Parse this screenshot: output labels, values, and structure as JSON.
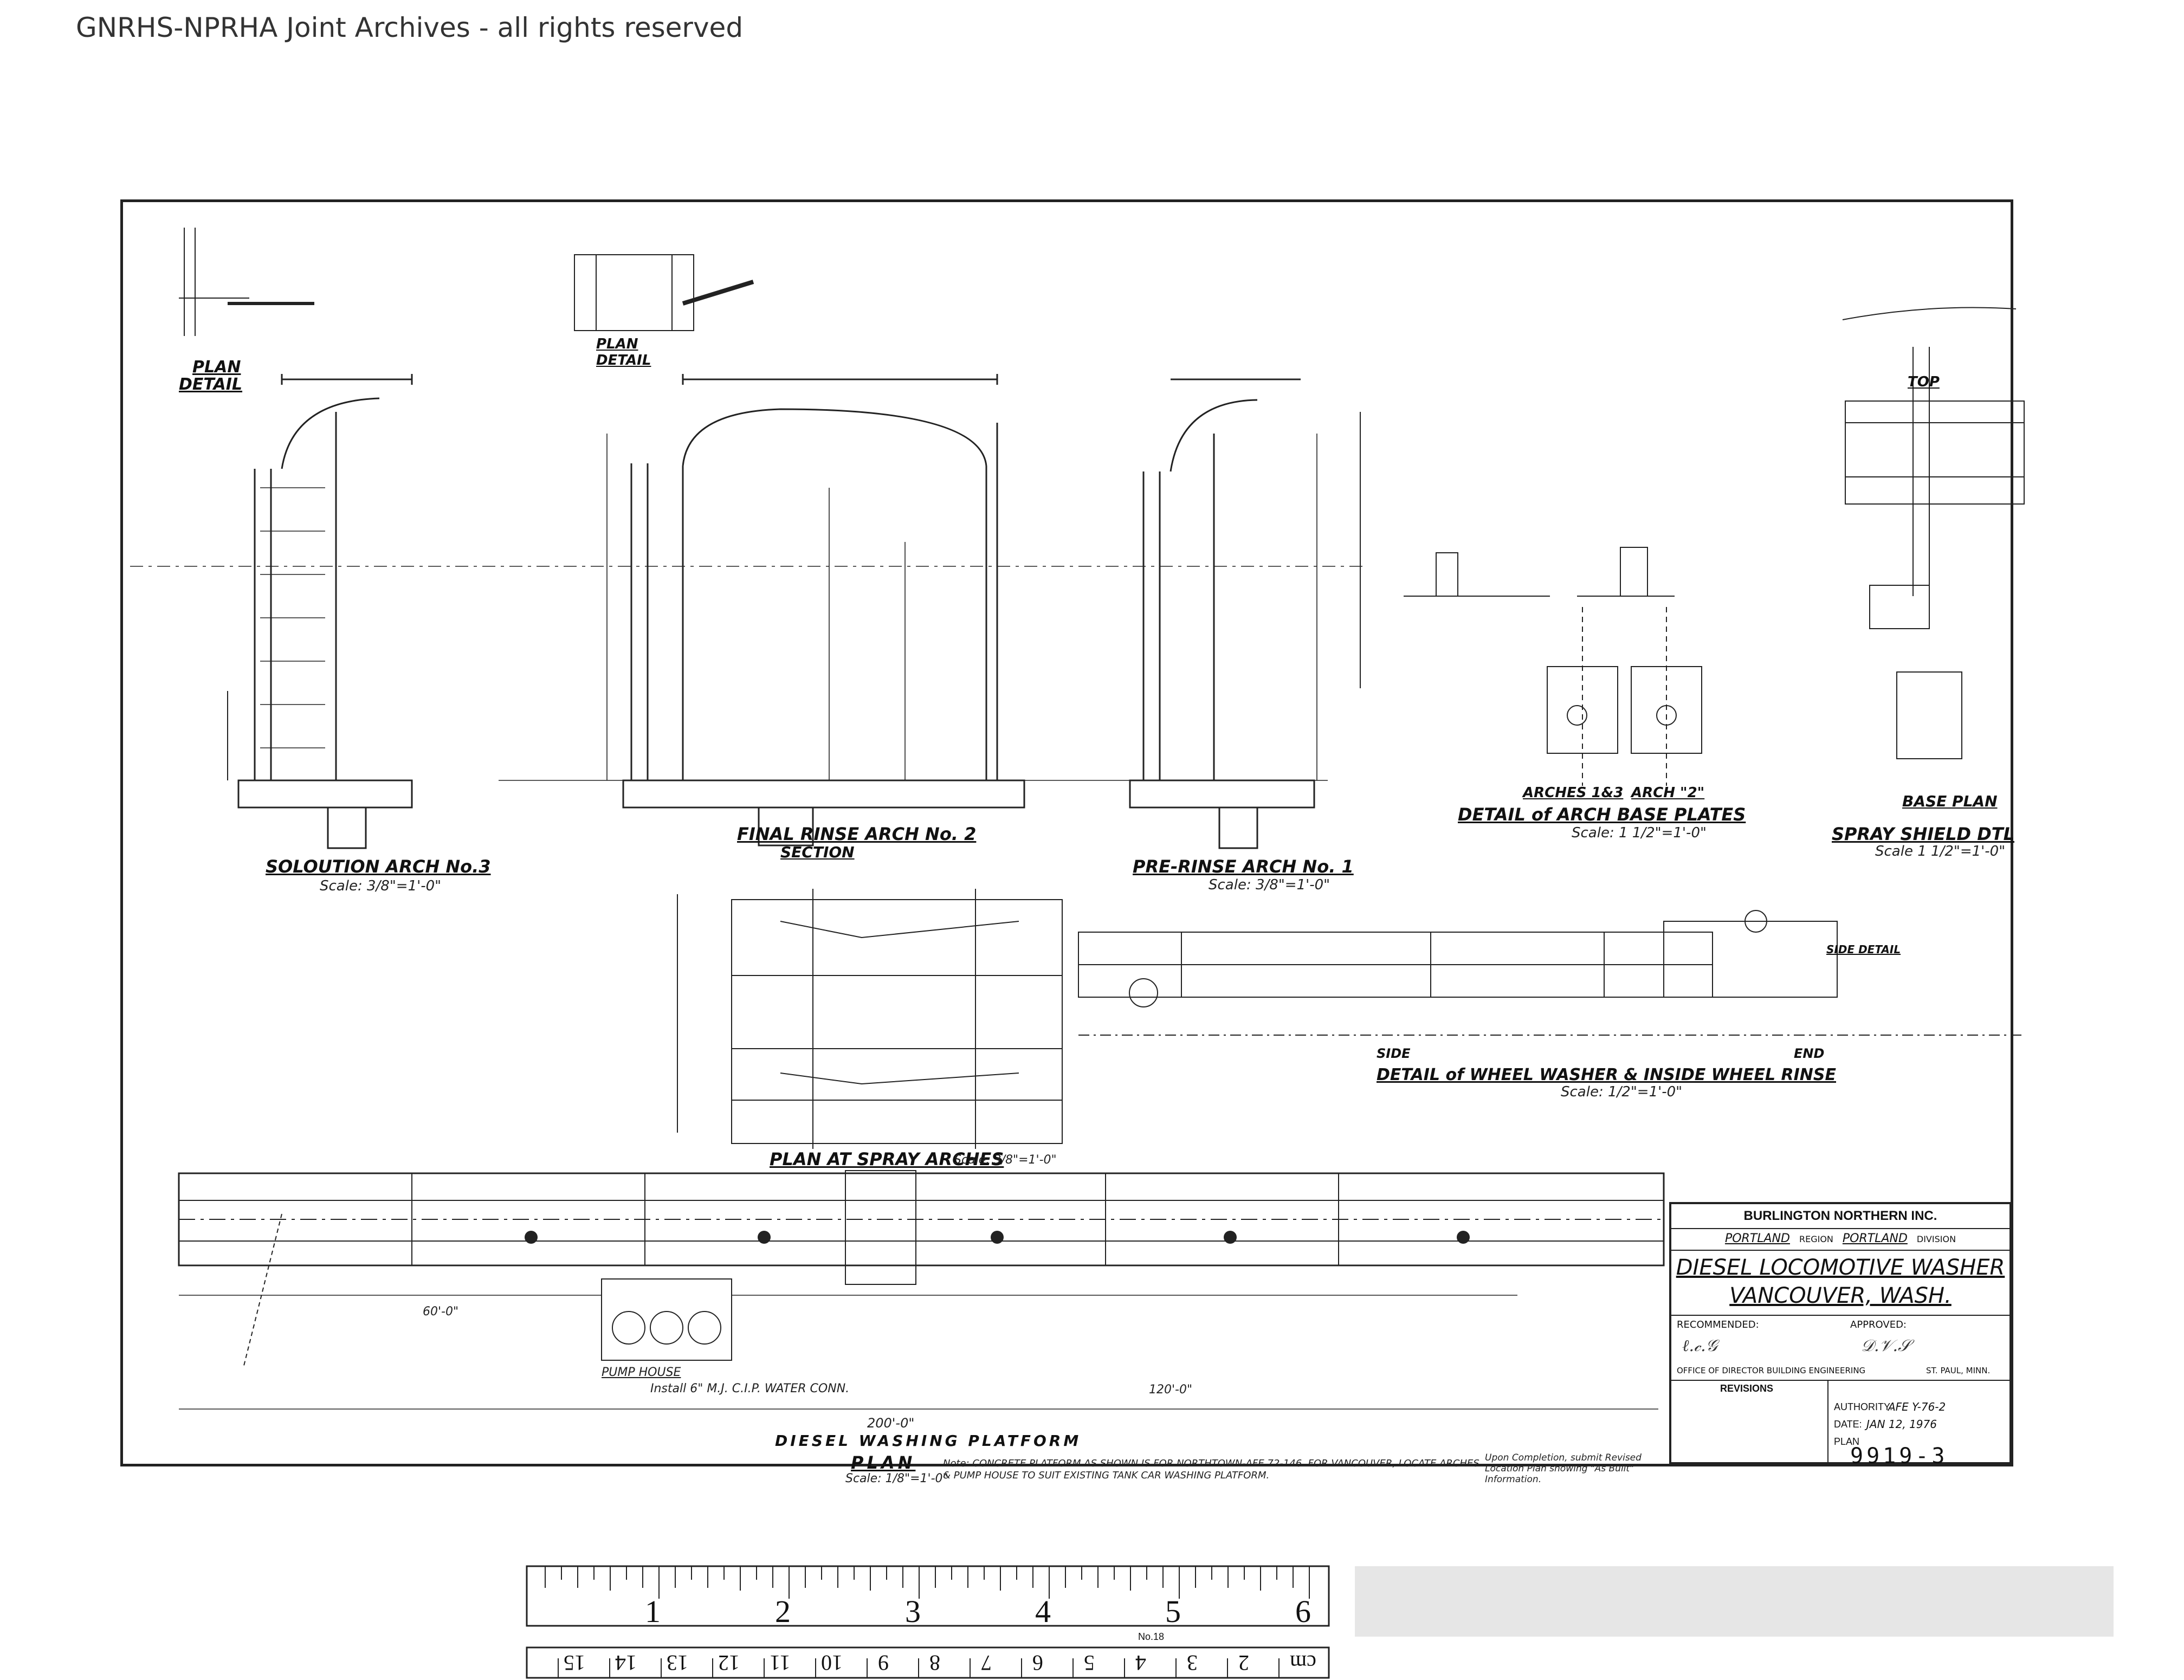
{
  "watermark": "GNRHS-NPRHA Joint Archives - all rights reserved",
  "views": {
    "solution_arch": {
      "title": "SOLOUTION ARCH No.3",
      "scale": "Scale: 3/8\"=1'-0\""
    },
    "final_rinse_arch": {
      "title": "FINAL RINSE ARCH No. 2",
      "subtitle": "SECTION"
    },
    "pre_rinse_arch": {
      "title": "PRE-RINSE ARCH No. 1",
      "scale": "Scale: 3/8\"=1'-0\""
    },
    "plan_detail_1": {
      "title": "PLAN",
      "subtitle": "DETAIL"
    },
    "plan_detail_2": {
      "title": "PLAN",
      "subtitle": "DETAIL"
    },
    "arch_base_plates": {
      "label1": "ARCHES 1&3",
      "label2": "ARCH \"2\"",
      "title": "DETAIL of ARCH BASE PLATES",
      "scale": "Scale: 1 1/2\"=1'-0\""
    },
    "spray_shield": {
      "top_label": "TOP",
      "base_plan": "BASE PLAN",
      "title": "SPRAY SHIELD DTL",
      "scale": "Scale 1 1/2\"=1'-0\"",
      "side_detail": "SIDE DETAIL"
    },
    "wheel_washer": {
      "side": "SIDE",
      "end": "END",
      "title": "DETAIL of WHEEL WASHER & INSIDE WHEEL RINSE",
      "scale": "Scale: 1/2\"=1'-0\""
    },
    "plan_spray_arches": {
      "title": "PLAN AT SPRAY ARCHES",
      "scale": "Scale: 3/8\"=1'-0\""
    },
    "platform_plan": {
      "dim_total": "200'-0\"",
      "title": "DIESEL WASHING PLATFORM",
      "subtitle": "PLAN",
      "scale": "Scale: 1/8\"=1'-0\"",
      "note": "Note: CONCRETE PLATFORM AS SHOWN IS FOR NORTHTOWN-AFE 72-146. FOR VANCOUVER, LOCATE ARCHES & PUMP HOUSE TO SUIT EXISTING TANK CAR WASHING PLATFORM.",
      "completion_note": "Upon Completion, submit Revised Location Plan showing \"As Built\" Information.",
      "pump_house": "PUMP HOUSE",
      "water_conn": "Install 6\" M.J. C.I.P. WATER CONN.",
      "dim_60": "60'-0\"",
      "dim_120": "120'-0\""
    }
  },
  "title_block": {
    "company": "BURLINGTON NORTHERN INC.",
    "region": "PORTLAND",
    "region_word": "REGION",
    "division": "PORTLAND",
    "division_word": "DIVISION",
    "title_line1": "DIESEL LOCOMOTIVE WASHER",
    "title_line2": "VANCOUVER, WASH.",
    "recommended": "RECOMMENDED:",
    "approved": "APPROVED:",
    "office": "OFFICE OF DIRECTOR BUILDING ENGINEERING",
    "city": "ST. PAUL, MINN.",
    "revisions": "REVISIONS",
    "authority_label": "AUTHORITY:",
    "authority_value": "AFE Y-76-2",
    "date_label": "DATE:",
    "date_value": "JAN 12, 1976",
    "plan_label": "PLAN",
    "drawing_number": "9919-3"
  },
  "ruler": {
    "inches": [
      "1",
      "2",
      "3",
      "4",
      "5",
      "6"
    ],
    "cm": [
      "cm",
      "2",
      "3",
      "4",
      "5",
      "6",
      "7",
      "8",
      "9",
      "10",
      "11",
      "12",
      "13",
      "14",
      "15"
    ],
    "maker": "No.18"
  }
}
